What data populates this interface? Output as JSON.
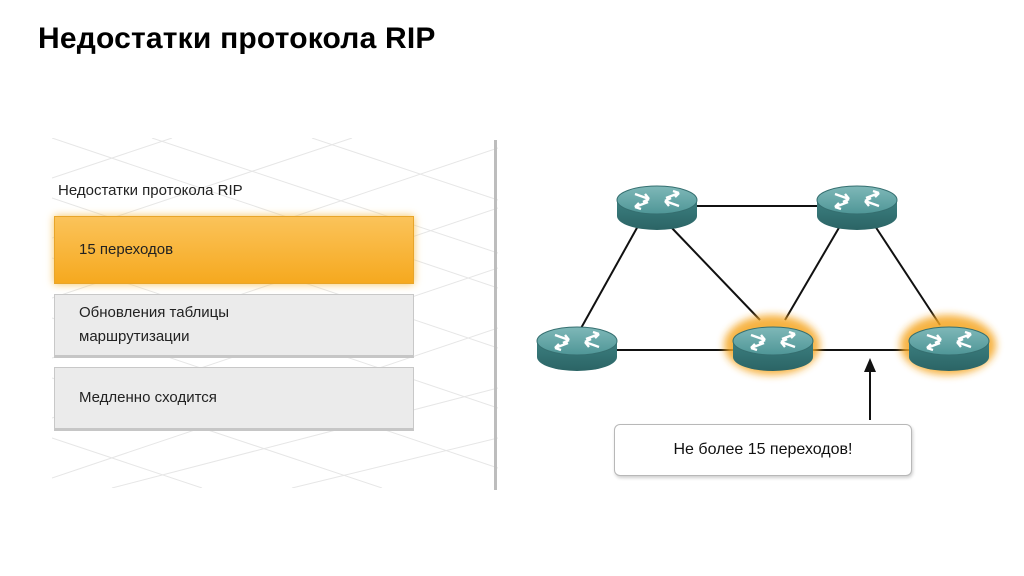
{
  "slide": {
    "title": "Недостатки протокола RIP"
  },
  "menu": {
    "title": "Недостатки протокола RIP",
    "items": [
      {
        "label": "15 переходов",
        "active": true
      },
      {
        "label": "Обновления таблицы маршрутизации",
        "active": false
      },
      {
        "label": "Медленно сходится",
        "active": false
      }
    ]
  },
  "diagram": {
    "routers": [
      "router-1",
      "router-2",
      "router-3",
      "router-4",
      "router-5"
    ],
    "highlighted_routers": [
      "router-4",
      "router-5"
    ],
    "callout": "Не более 15 переходов!",
    "colors": {
      "router_body": "#3f8586",
      "highlight": "#f5a623",
      "link": "#111111"
    }
  }
}
